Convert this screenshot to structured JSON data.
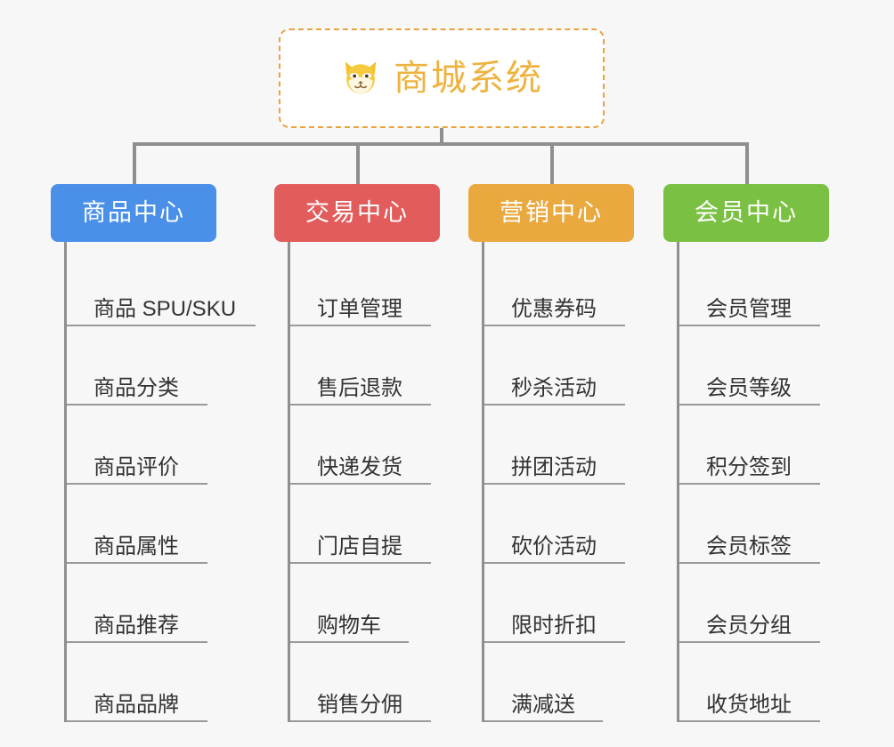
{
  "diagram": {
    "type": "mindmap-org-chart",
    "background_color": "#f7f7f7",
    "connector_color": "#8f8f8f",
    "root": {
      "title": "商城系统",
      "icon": "shiba-dog-icon",
      "text_color": "#eeb33f",
      "border_color": "#e8a33d",
      "background_color": "#ffffff"
    },
    "branches": [
      {
        "label": "商品中心",
        "color": "#4a90e8",
        "items": [
          "商品 SPU/SKU",
          "商品分类",
          "商品评价",
          "商品属性",
          "商品推荐",
          "商品品牌"
        ]
      },
      {
        "label": "交易中心",
        "color": "#e25c5c",
        "items": [
          "订单管理",
          "售后退款",
          "快递发货",
          "门店自提",
          "购物车",
          "销售分佣"
        ]
      },
      {
        "label": "营销中心",
        "color": "#eaa93f",
        "items": [
          "优惠券码",
          "秒杀活动",
          "拼团活动",
          "砍价活动",
          "限时折扣",
          "满减送"
        ]
      },
      {
        "label": "会员中心",
        "color": "#7ac143",
        "items": [
          "会员管理",
          "会员等级",
          "积分签到",
          "会员标签",
          "会员分组",
          "收货地址"
        ]
      }
    ]
  }
}
